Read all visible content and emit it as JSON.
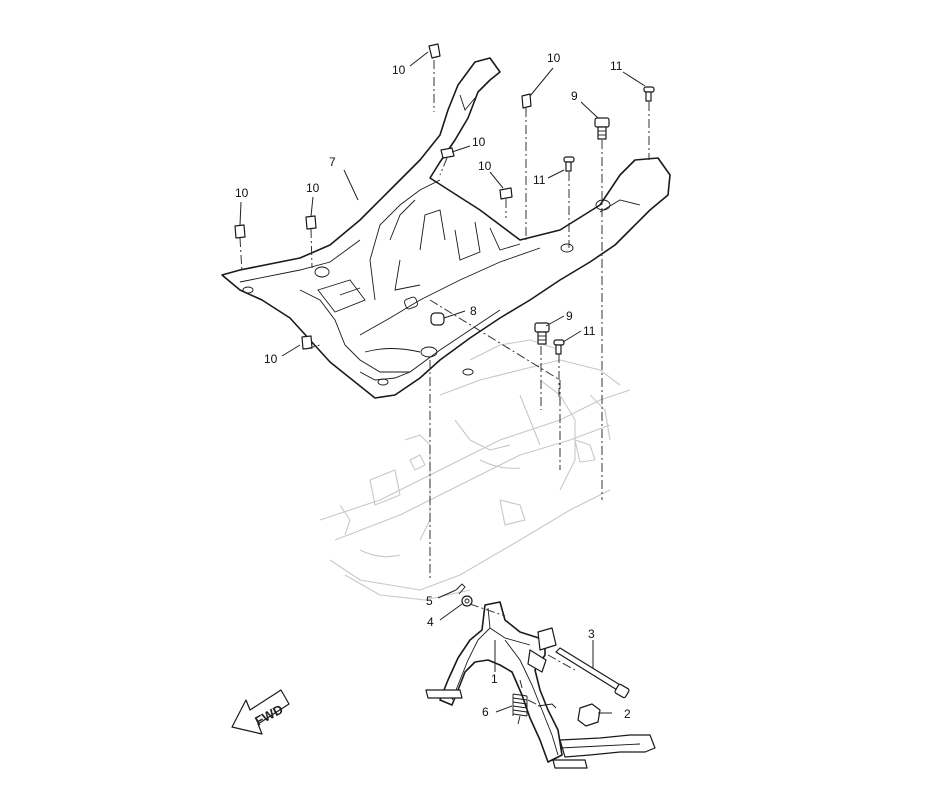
{
  "callouts": [
    {
      "id": "c1",
      "label": "1"
    },
    {
      "id": "c2",
      "label": "2"
    },
    {
      "id": "c3",
      "label": "3"
    },
    {
      "id": "c4",
      "label": "4"
    },
    {
      "id": "c5",
      "label": "5"
    },
    {
      "id": "c6",
      "label": "6"
    },
    {
      "id": "c7",
      "label": "7"
    },
    {
      "id": "c8",
      "label": "8"
    },
    {
      "id": "c9a",
      "label": "9"
    },
    {
      "id": "c9b",
      "label": "9"
    },
    {
      "id": "c10a",
      "label": "10"
    },
    {
      "id": "c10b",
      "label": "10"
    },
    {
      "id": "c10c",
      "label": "10"
    },
    {
      "id": "c10d",
      "label": "10"
    },
    {
      "id": "c10e",
      "label": "10"
    },
    {
      "id": "c10f",
      "label": "10"
    },
    {
      "id": "c10g",
      "label": "10"
    },
    {
      "id": "c11a",
      "label": "11"
    },
    {
      "id": "c11b",
      "label": "11"
    },
    {
      "id": "c11c",
      "label": "11"
    }
  ],
  "direction_marker": {
    "label": "FWD"
  },
  "colors": {
    "line": "#1a1a1a",
    "frame": "#c8c8c8",
    "background": "#ffffff"
  }
}
